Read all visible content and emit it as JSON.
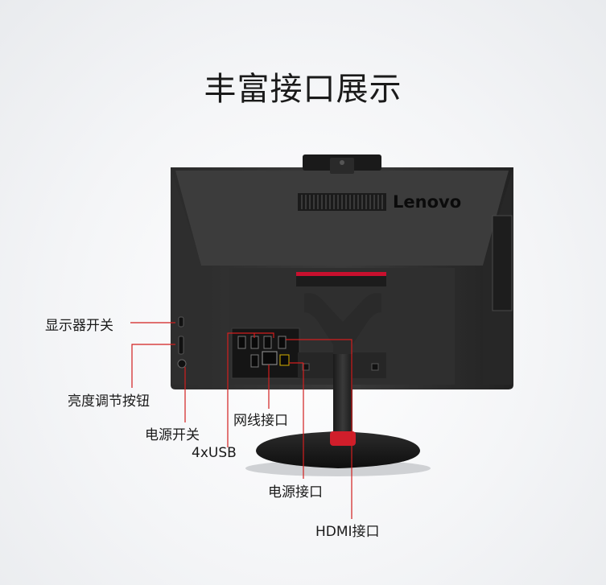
{
  "title": "丰富接口展示",
  "brand": "Lenovo",
  "colors": {
    "callout": "#d21f1f",
    "accent": "#c8102e"
  },
  "labels": {
    "display_switch": "显示器开关",
    "brightness_buttons": "亮度调节按钮",
    "power_switch": "电源开关",
    "usb": "4xUSB",
    "ethernet": "网线接口",
    "power_port": "电源接口",
    "hdmi": "HDMI接口"
  }
}
